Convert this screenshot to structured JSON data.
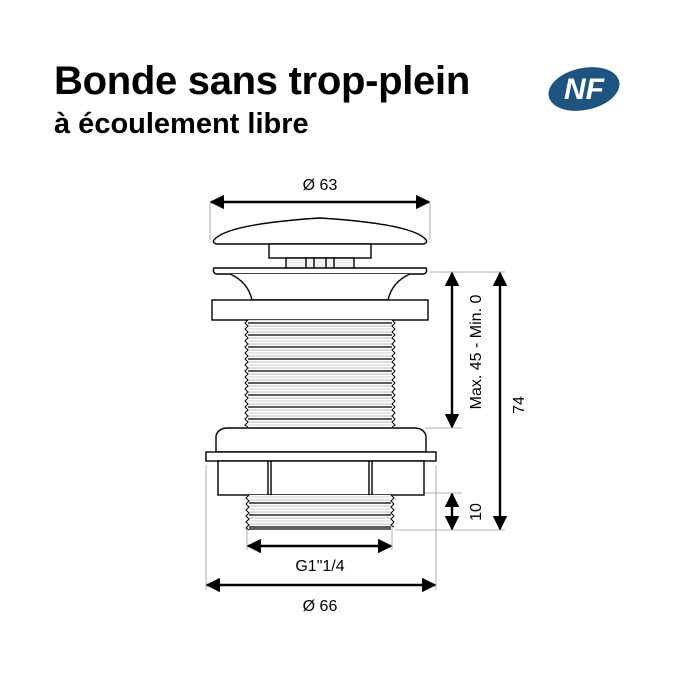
{
  "header": {
    "title": "Bonde sans trop-plein",
    "subtitle": "à écoulement libre",
    "certification_logo": {
      "text": "NF",
      "icon": "nf-certification-icon",
      "color": "#1d5480"
    }
  },
  "drawing": {
    "subject": "pop-up waste without overflow",
    "dimensions": {
      "cap_diameter": "Ø 63",
      "clamp_range": "Max. 45 - Min. 0",
      "total_height": "74",
      "thread_height": "10",
      "thread_size": "G1\"1/4",
      "base_diameter": "Ø 66"
    },
    "colors": {
      "line": "#000000",
      "thread_fill": "#d9d9d9",
      "extension_line": "#999999"
    }
  }
}
